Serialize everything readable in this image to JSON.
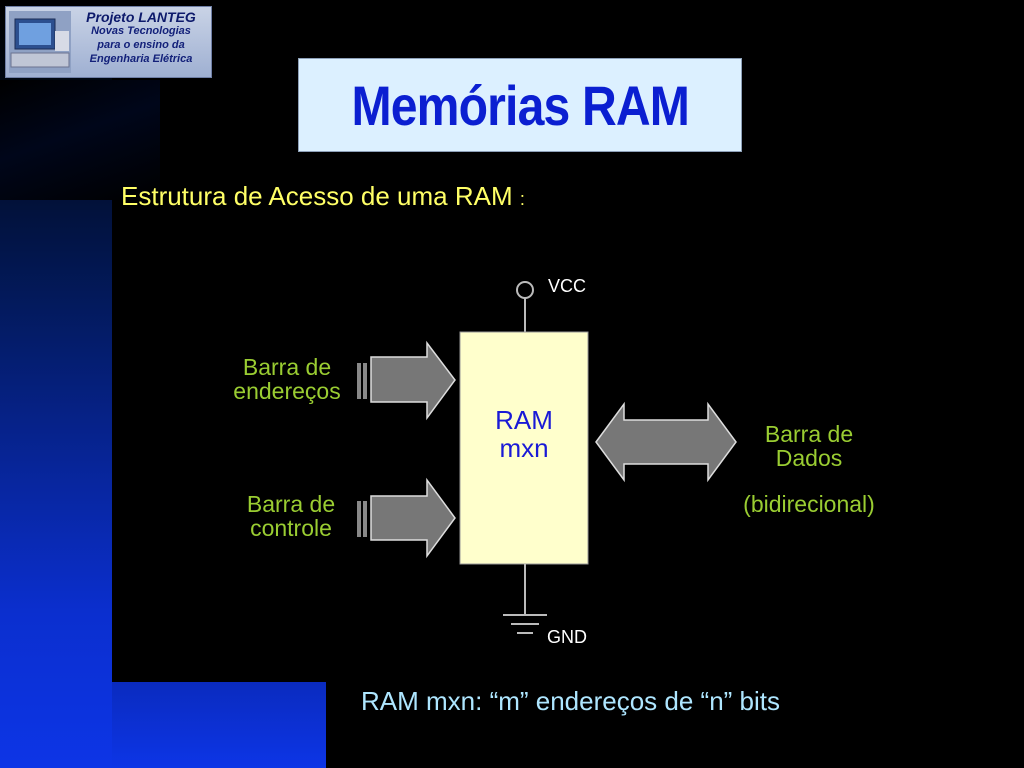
{
  "logo": {
    "title": "Projeto  LANTEG",
    "lines": [
      "Novas Tecnologias",
      "para o ensino da",
      "Engenharia Elétrica"
    ]
  },
  "slide": {
    "title": "Memórias RAM",
    "subtitle": "Estrutura de Acesso de uma RAM",
    "subtitle_colon": ":",
    "footer": "RAM mxn: “m” endereços de “n” bits"
  },
  "diagram": {
    "vcc": "VCC",
    "gnd": "GND",
    "ram_line1": "RAM",
    "ram_line2": "mxn",
    "address_bus": [
      "Barra de",
      "endereços"
    ],
    "control_bus": [
      "Barra de",
      "controle"
    ],
    "data_bus": [
      "Barra de",
      "Dados"
    ],
    "data_bus_note": "(bidirecional)"
  },
  "colors": {
    "title": "#0b1fd1",
    "subtitle": "#ffff66",
    "labels": "#9acd32",
    "ram_box": "#ffffcc",
    "arrows": "#777777",
    "footer": "#aee6ff"
  }
}
